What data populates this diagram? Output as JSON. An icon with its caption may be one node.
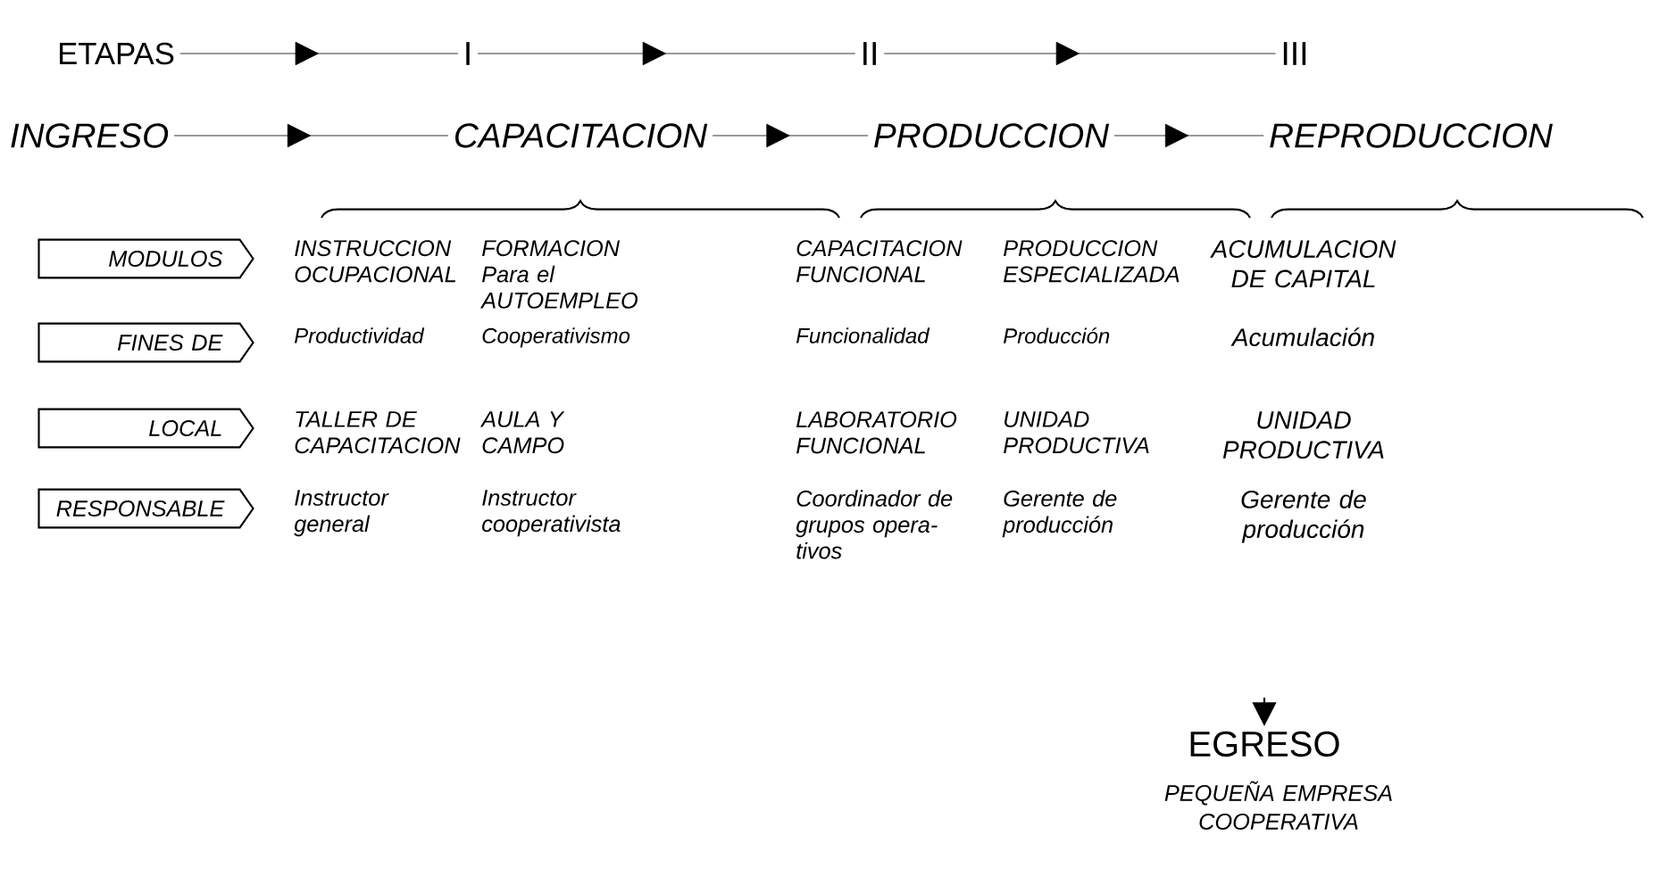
{
  "diagram": {
    "nodes": [
      {
        "text": [
          "ETAPAS"
        ]
      },
      {
        "text": [
          "I"
        ]
      },
      {
        "text": [
          "II"
        ]
      },
      {
        "text": [
          "III"
        ]
      },
      {
        "text": [
          "INGRESO"
        ]
      },
      {
        "text": [
          "CAPACITACION"
        ]
      },
      {
        "text": [
          "PRODUCCION"
        ]
      },
      {
        "text": [
          "REPRODUCCION"
        ]
      },
      {
        "text": [
          "MODULOS"
        ]
      },
      {
        "text": [
          "FINES DE"
        ]
      },
      {
        "text": [
          "LOCAL"
        ]
      },
      {
        "text": [
          "RESPONSABLE"
        ]
      },
      {
        "text": [
          "EGRESO"
        ],
        "beside": [
          "PEQUEÑA EMPRESA COOPERATIVA"
        ]
      }
    ],
    "edges": [
      {
        "from": 0,
        "to": 1,
        "arrow": "to"
      },
      {
        "from": 1,
        "to": 2,
        "arrow": "to"
      },
      {
        "from": 2,
        "to": 3,
        "arrow": "to"
      },
      {
        "from": 4,
        "to": 5,
        "arrow": "to"
      },
      {
        "from": 5,
        "to": 6,
        "arrow": "to"
      },
      {
        "from": 6,
        "to": 7,
        "arrow": "to"
      },
      {
        "from": null,
        "to": 12,
        "arrow": "to"
      }
    ],
    "labels": [
      "INSTRUCCION OCUPACIONAL",
      "FORMACION Para el AUTOEMPLEO",
      "CAPACITACION FUNCIONAL",
      "PRODUCCION ESPECIALIZADA",
      "ACUMULACION DE CAPITAL",
      "Productividad",
      "Cooperativismo",
      "Funcionalidad",
      "Producción",
      "Acumulación",
      "TALLER DE CAPACITACION",
      "AULA Y CAMPO",
      "LABORATORIO FUNCIONAL",
      "UNIDAD PRODUCTIVA",
      "UNIDAD PRODUCTIVA",
      "Instructor general",
      "Instructor cooperativista",
      "Coordinador de grupos opera- tivos",
      "Gerente de producción",
      "Gerente de producción"
    ]
  }
}
